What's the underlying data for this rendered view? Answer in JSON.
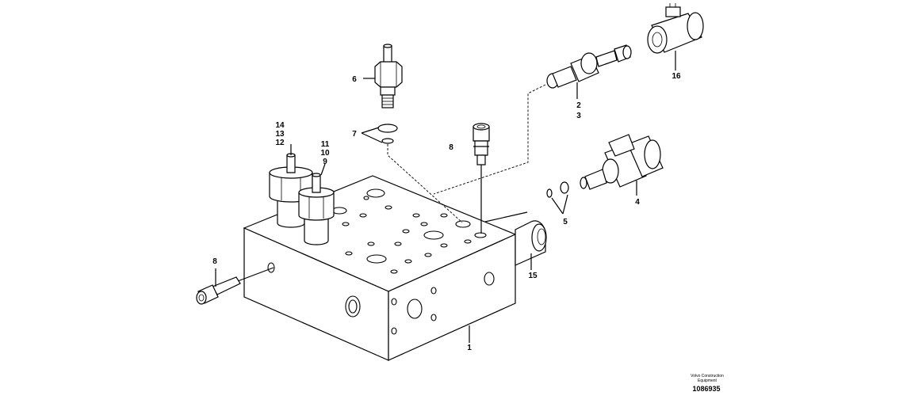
{
  "diagram": {
    "callouts": {
      "c1": "1",
      "c2": "2",
      "c3": "3",
      "c4": "4",
      "c5": "5",
      "c6": "6",
      "c7": "7",
      "c8a": "8",
      "c8b": "8",
      "c9": "9",
      "c10": "10",
      "c11": "11",
      "c12": "12",
      "c13": "13",
      "c14": "14",
      "c15": "15",
      "c16": "16"
    },
    "credit": {
      "brand_line1": "Volvo Construction",
      "brand_line2": "Equipment",
      "drawing_number": "1086935"
    }
  }
}
